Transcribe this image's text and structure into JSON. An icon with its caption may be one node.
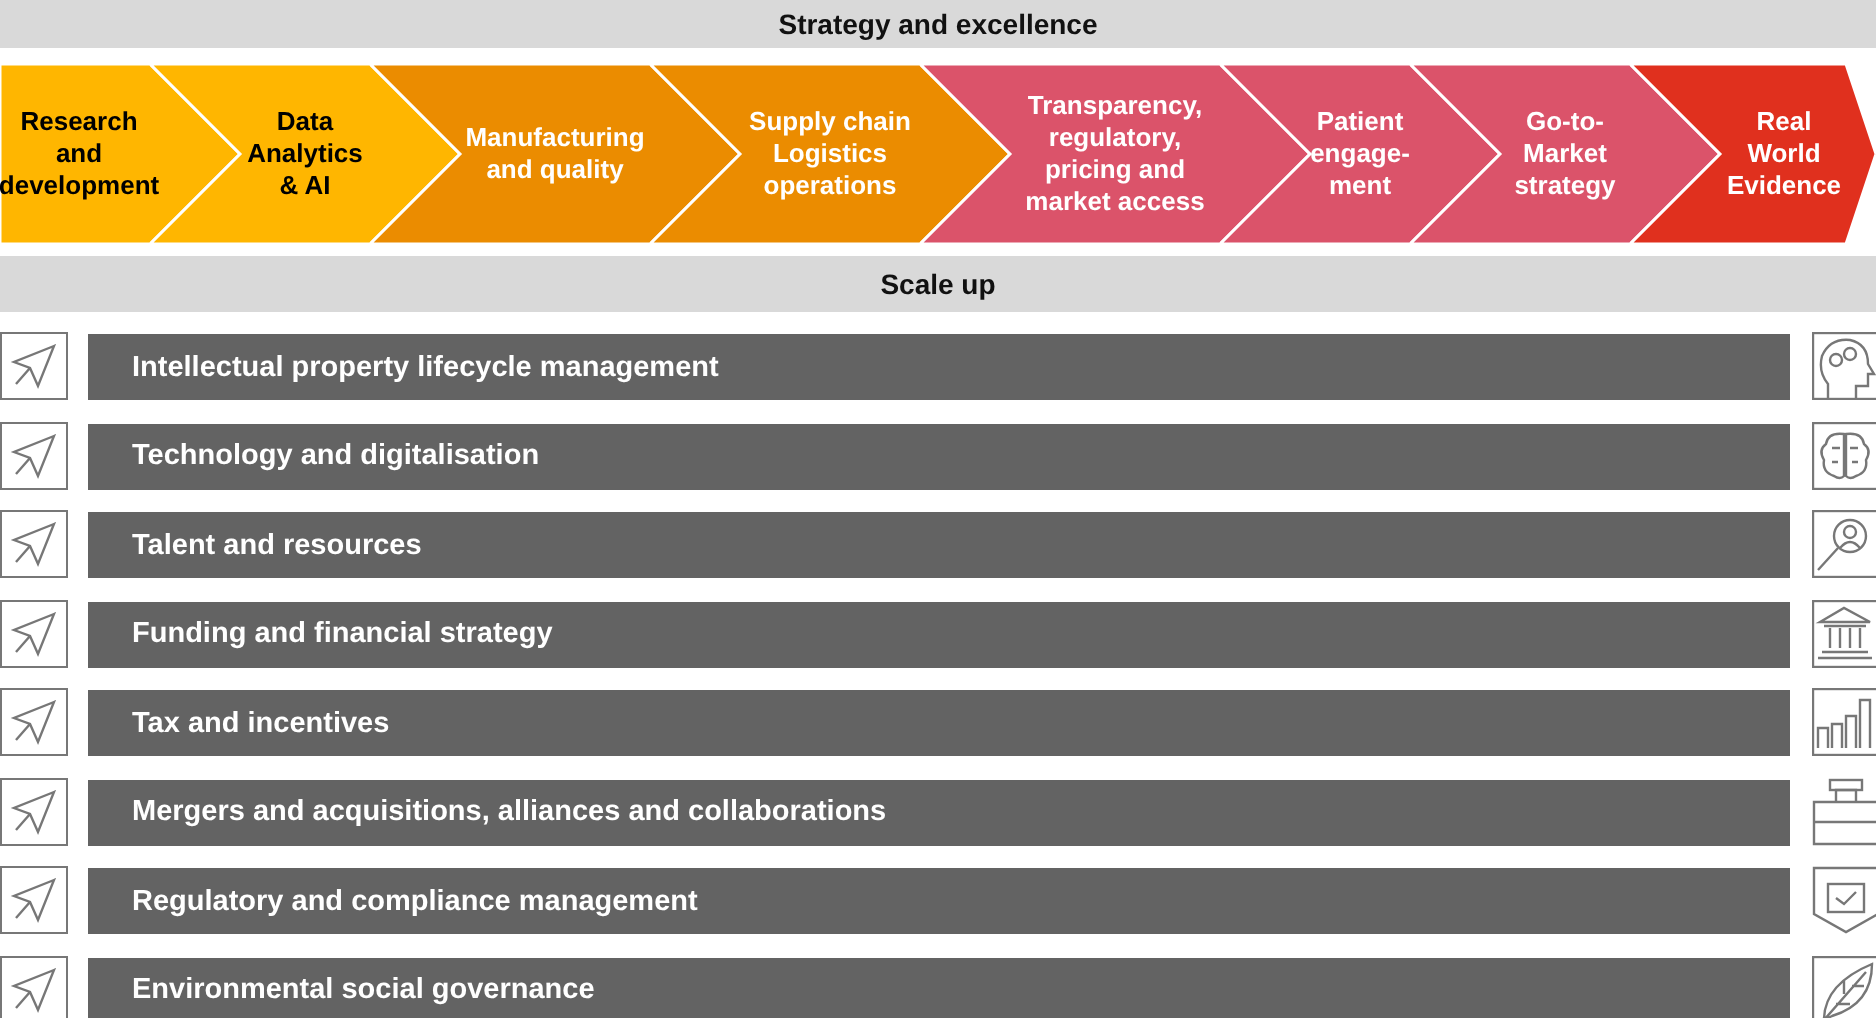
{
  "diagram": {
    "nodes": [
      {
        "text": [
          "Strategy and excellence"
        ]
      },
      {
        "text": [
          "Research and development"
        ]
      },
      {
        "text": [
          "Data Analytics & AI"
        ]
      },
      {
        "text": [
          "Manufacturing and quality"
        ]
      },
      {
        "text": [
          "Supply chain Logistics operations"
        ]
      },
      {
        "text": [
          "Transparency, regulatory, pricing and market access"
        ]
      },
      {
        "text": [
          "Patient engage-ment"
        ]
      },
      {
        "text": [
          "Go-to-Market strategy"
        ]
      },
      {
        "text": [
          "Real World Evidence"
        ]
      },
      {
        "text": [
          "Scale up"
        ]
      },
      {
        "text": [
          "Intellectual property lifecycle management"
        ]
      },
      {
        "text": [
          "Technology and digitalisation"
        ]
      },
      {
        "text": [
          "Talent and resources"
        ]
      },
      {
        "text": [
          "Funding and financial strategy"
        ]
      },
      {
        "text": [
          "Tax and incentives"
        ]
      },
      {
        "text": [
          "Mergers and acquisitions, alliances and collaborations"
        ]
      },
      {
        "text": [
          "Regulatory and compliance management"
        ]
      },
      {
        "text": [
          "Environmental social governance"
        ]
      }
    ],
    "edges": []
  }
}
